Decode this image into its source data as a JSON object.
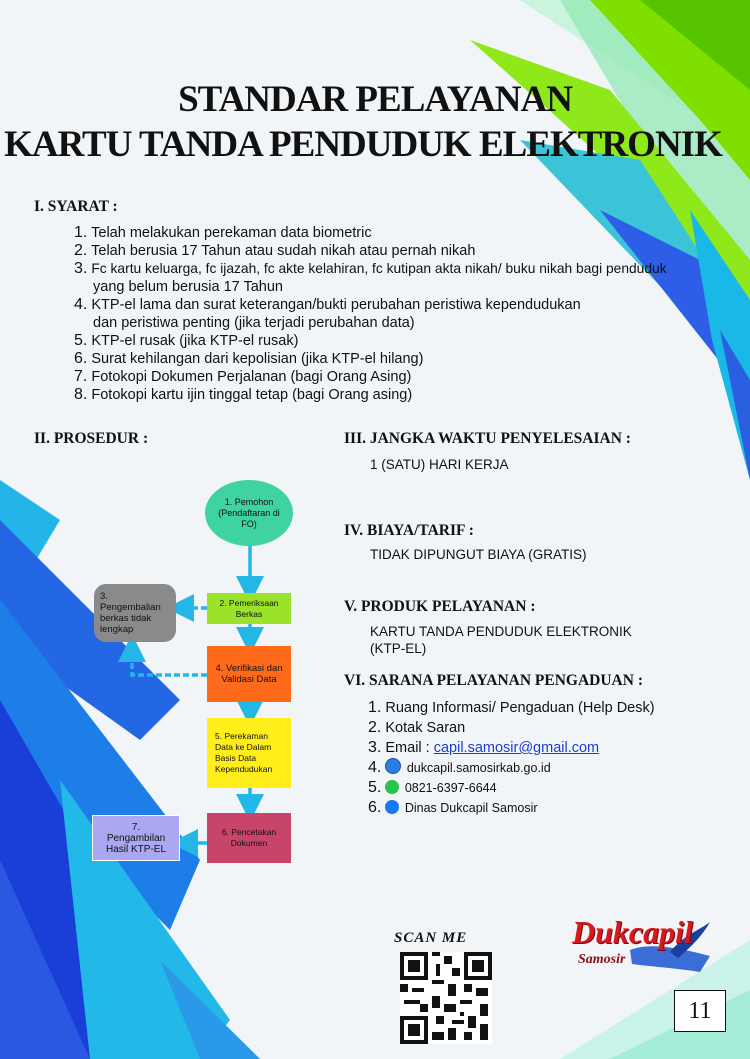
{
  "title": {
    "line1": "STANDAR PELAYANAN",
    "line2": "KARTU TANDA PENDUDUK ELEKTRONIK"
  },
  "syarat": {
    "heading": "I. SYARAT :",
    "items": [
      {
        "num": "1.",
        "text": "Telah melakukan perekaman data biometric"
      },
      {
        "num": "2.",
        "text": "Telah berusia 17 Tahun atau sudah nikah atau pernah nikah"
      },
      {
        "num": "3.",
        "text": "Fc kartu keluarga, fc ijazah, fc akte kelahiran, fc kutipan akta nikah/ buku nikah bagi penduduk",
        "cont": "yang belum berusia 17 Tahun"
      },
      {
        "num": "4.",
        "text": "KTP-el lama dan surat keterangan/bukti perubahan peristiwa kependudukan",
        "cont": "dan peristiwa penting (jika terjadi perubahan data)"
      },
      {
        "num": "5.",
        "text": "KTP-el rusak (jika KTP-el rusak)"
      },
      {
        "num": "6.",
        "text": "Surat kehilangan dari kepolisian (jika KTP-el hilang)"
      },
      {
        "num": "7.",
        "text": "Fotokopi Dokumen Perjalanan (bagi Orang Asing)"
      },
      {
        "num": "8.",
        "text": "Fotokopi kartu ijin tinggal tetap (bagi Orang asing)"
      }
    ]
  },
  "prosedur": {
    "heading": "II. PROSEDUR :",
    "steps": {
      "s1": "1. Pemohon (Pendaftaran di FO)",
      "s2": "2. Pemeriksaan Berkas",
      "s3": "3. Pengembalian berkas tidak lengkap",
      "s4": "4. Verifikasi dan Validasi Data",
      "s5": "5. Perekaman Data ke Dalam Basis Data Kependudukan",
      "s6": "6. Pencetakan Dokumen",
      "s7": "7. Pengambilan Hasil KTP-EL"
    }
  },
  "jangka": {
    "heading": "III. JANGKA WAKTU PENYELESAIAN :",
    "value": "1 (SATU) HARI KERJA"
  },
  "biaya": {
    "heading": "IV. BIAYA/TARIF :",
    "value": "TIDAK DIPUNGUT BIAYA (GRATIS)"
  },
  "produk": {
    "heading": "V. PRODUK PELAYANAN :",
    "line1": "KARTU TANDA PENDUDUK ELEKTRONIK",
    "line2": "(KTP-EL)"
  },
  "sarana": {
    "heading": "VI. SARANA PELAYANAN PENGADUAN :",
    "i1": {
      "num": "1.",
      "text": "Ruang Informasi/ Pengaduan (Help Desk)"
    },
    "i2": {
      "num": "2.",
      "text": "Kotak Saran"
    },
    "i3": {
      "num": "3.",
      "text": "Email :",
      "email": "capil.samosir@gmail.com"
    },
    "i4": {
      "num": "4.",
      "text": "dukcapil.samosirkab.go.id"
    },
    "i5": {
      "num": "5.",
      "text": "0821-6397-6644"
    },
    "i6": {
      "num": "6.",
      "text": "Dinas Dukcapil Samosir"
    }
  },
  "scan": "SCAN ME",
  "logo": {
    "main": "Dukcapil",
    "sub": "Samosir"
  },
  "page_number": "11",
  "colors": {
    "green": "#8fe000",
    "blue": "#1f6fe0",
    "cyan": "#21b7e6",
    "step1": "#3fd3a0",
    "step2": "#9be22b",
    "step4": "#ff6a1a",
    "step5": "#ffee1a",
    "step6": "#c8456a",
    "step7": "#a9a8f0"
  }
}
